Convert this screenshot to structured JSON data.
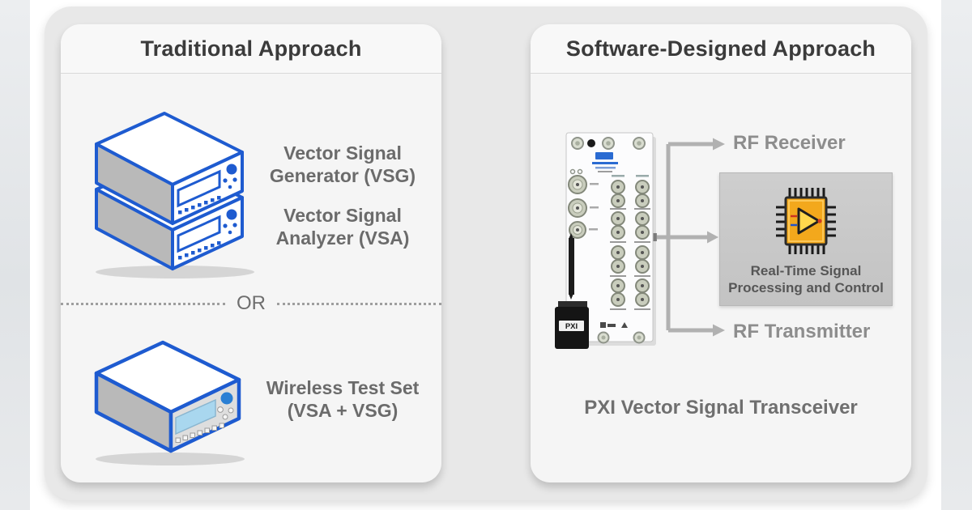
{
  "colors": {
    "instrument_blue": "#1e5bd0",
    "chip_orange": "#f3a81c",
    "arrow_gray": "#b1b1b1",
    "panel_bg": "#f5f5f5",
    "card_bg": "#e8e8e8"
  },
  "traditional": {
    "title": "Traditional Approach",
    "vsg_label": "Vector Signal\nGenerator (VSG)",
    "vsa_label": "Vector Signal\nAnalyzer (VSA)",
    "or_label": "OR",
    "wireless_label": "Wireless Test Set\n(VSA + VSG)"
  },
  "software": {
    "title": "Software-Designed Approach",
    "rf_receiver_label": "RF Receiver",
    "rf_transmitter_label": "RF Transmitter",
    "processing_label": "Real-Time Signal\nProcessing and Control",
    "caption": "PXI Vector Signal Transceiver",
    "module_badge": "PXI"
  }
}
